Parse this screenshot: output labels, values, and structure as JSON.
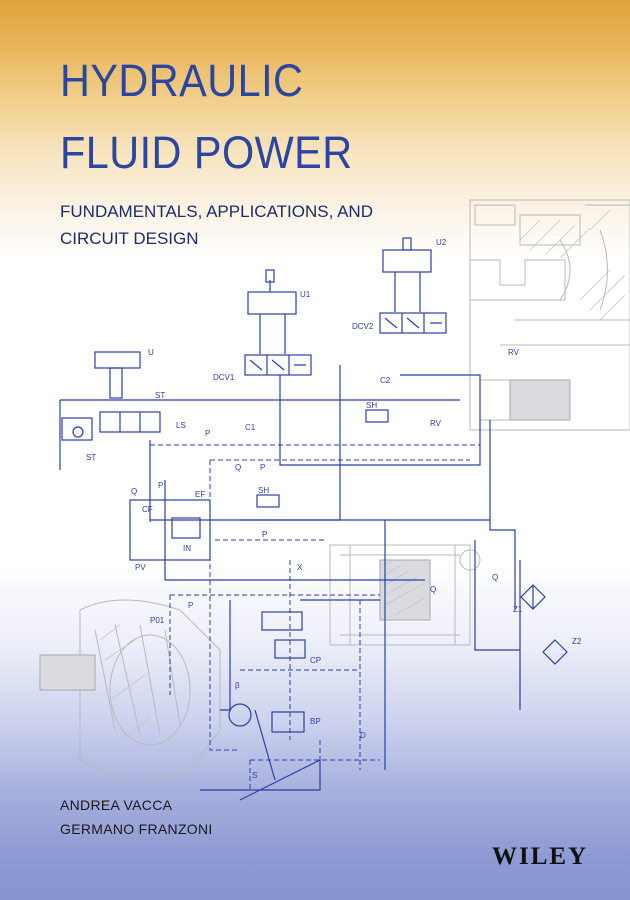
{
  "title": {
    "line1": "HYDRAULIC",
    "line2": "FLUID POWER"
  },
  "subtitle": {
    "line1": "FUNDAMENTALS, APPLICATIONS, AND",
    "line2": "CIRCUIT DESIGN"
  },
  "authors": [
    "ANDREA VACCA",
    "GERMANO FRANZONI"
  ],
  "publisher": "WILEY",
  "schematic_labels": {
    "u1": "U1",
    "u2": "U2",
    "ust": "U",
    "dcv1": "DCV1",
    "dcv2": "DCV2",
    "c1": "C1",
    "c2": "C2",
    "sh1": "SH",
    "sh2": "SH",
    "rvls": "RV",
    "rvls2": "RV",
    "ls": "LS",
    "pst": "P",
    "qcf": "Q",
    "pcf": "P",
    "qef": "Q",
    "pef": "P",
    "cf": "CF",
    "ef": "EF",
    "in": "IN",
    "pv": "PV",
    "pls": "P",
    "x": "X",
    "p": "P",
    "p01": "P01",
    "cp": "CP",
    "bp": "BP",
    "beta": "β",
    "d": "D",
    "s": "S",
    "z1": "Z1",
    "z2": "Z2",
    "qcool": "Q",
    "qcp": "Q",
    "stv": "ST",
    "stm": "ST"
  },
  "colors": {
    "top_band": "#e0a23a",
    "bottom_band": "#8593cf",
    "title_blue": "#2a46a0",
    "schematic_blue": "#2c3fa8"
  }
}
